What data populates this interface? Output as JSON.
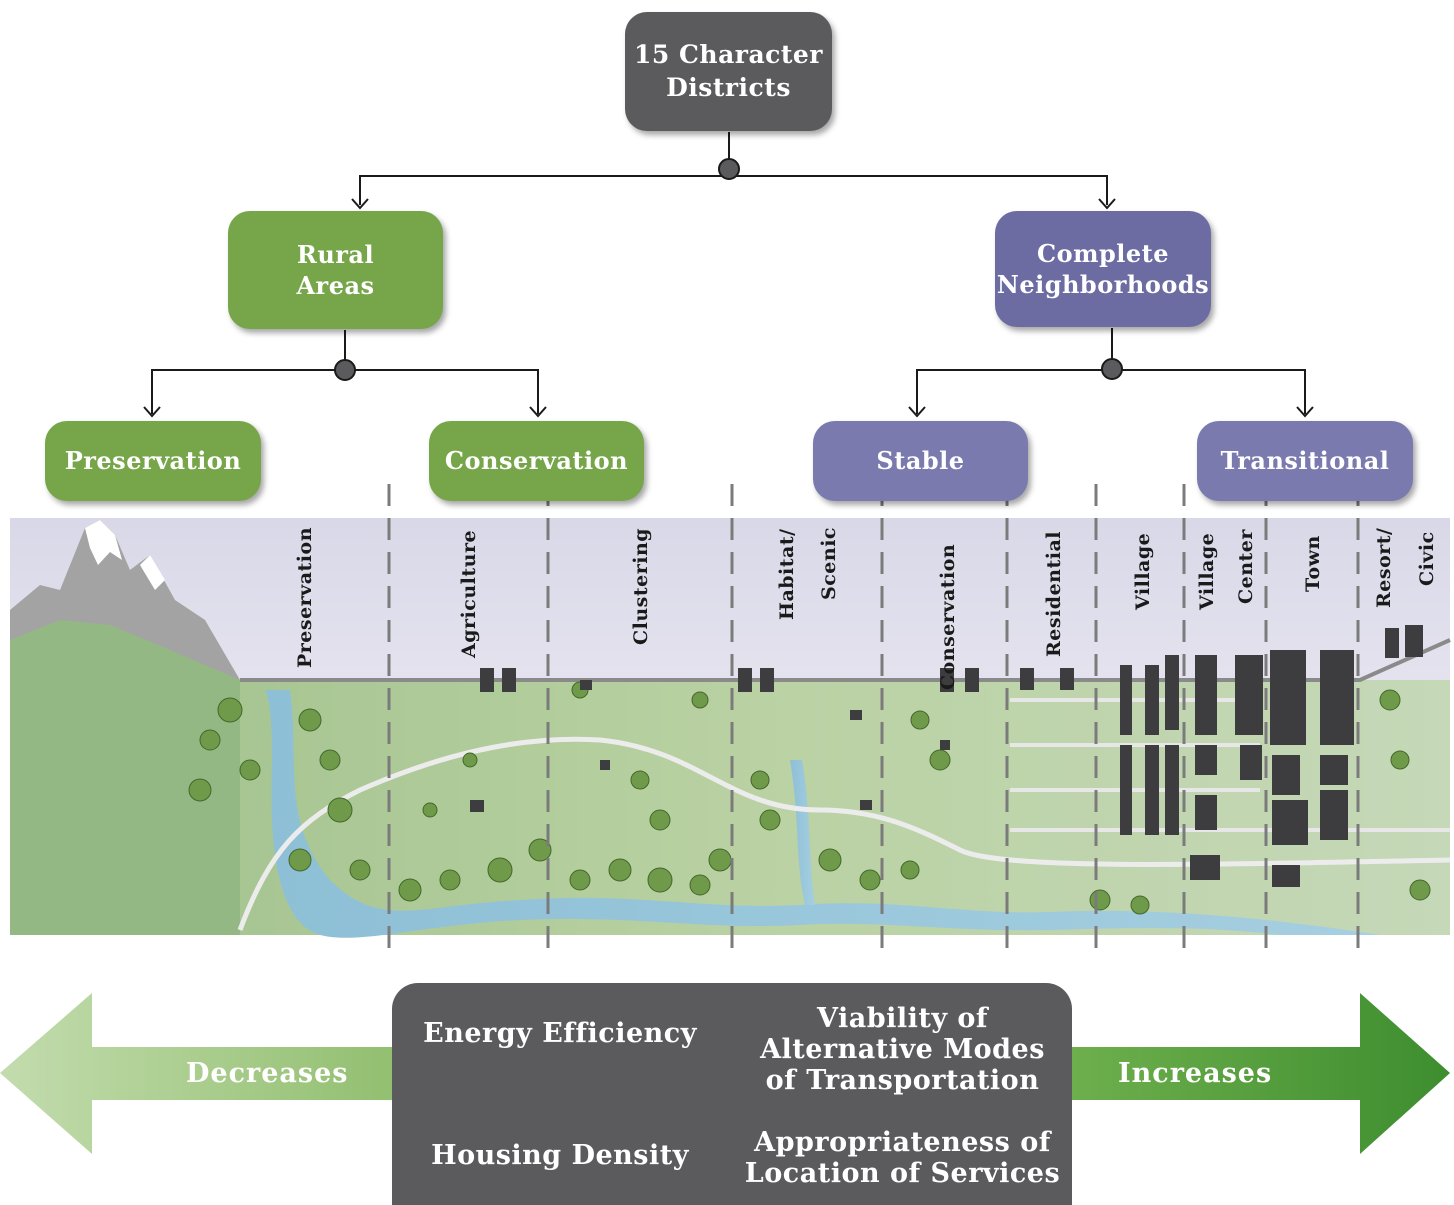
{
  "root": {
    "line1": "15 Character",
    "line2": "Districts"
  },
  "rural": {
    "line1": "Rural",
    "line2": "Areas"
  },
  "complete": {
    "line1": "Complete",
    "line2": "Neighborhoods"
  },
  "preservation": "Preservation",
  "conservation": "Conservation",
  "stable": "Stable",
  "transitional": "Transitional",
  "columns": {
    "preservation": "Preservation",
    "agriculture": "Agriculture",
    "clustering": "Clustering",
    "habitat1": "Habitat/",
    "habitat2": "Scenic",
    "conservation": "Conservation",
    "residential": "Residential",
    "village": "Village",
    "village_center1": "Village",
    "village_center2": "Center",
    "town": "Town",
    "resort1": "Resort/",
    "resort2": "Civic"
  },
  "bottom": {
    "energy": "Energy Efficiency",
    "housing": "Housing Density",
    "viability1": "Viability of",
    "viability2": "Alternative Modes",
    "viability3": "of Transportation",
    "services1": "Appropriateness of",
    "services2": "Location of Services"
  },
  "decreases": "Decreases",
  "increases": "Increases",
  "colors": {
    "dark": "#5b5b5d",
    "green": "#77a64a",
    "purple": "#6c6ca3",
    "arrow_light": "#b5d39a",
    "arrow_dark": "#4e9a3a"
  }
}
